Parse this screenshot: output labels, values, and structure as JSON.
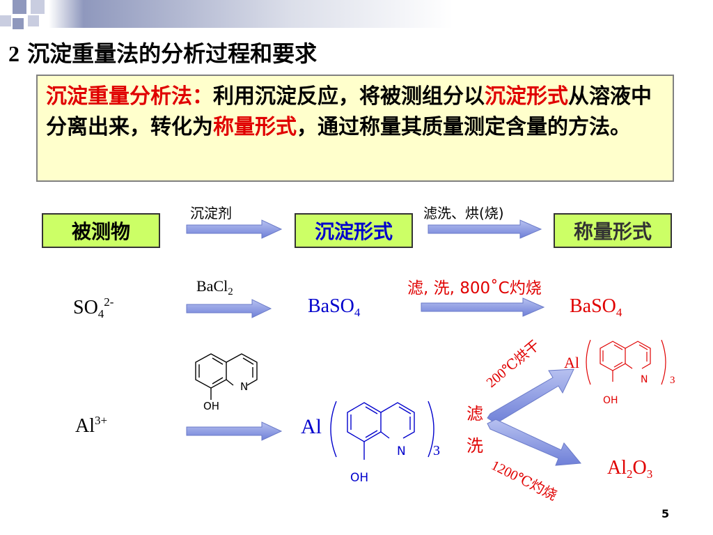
{
  "header": {
    "number": "2",
    "title": "沉淀重量法的分析过程和要求"
  },
  "definition": {
    "term": "沉淀重量分析法：",
    "t1": "利用沉淀反应，将被测组分以",
    "h1": "沉淀形式",
    "t2": "从溶液中分离出来，转化为",
    "h2": "称量形式",
    "t3": "，通过称量其质量测定含量的方法。"
  },
  "flow": {
    "box1": "被测物",
    "arrow1": "沉淀剂",
    "box2": "沉淀形式",
    "arrow2": "滤洗、烘(烧)",
    "box3": "称量形式"
  },
  "example1": {
    "reactant_base": "SO",
    "reactant_sub": "4",
    "reactant_sup": "2-",
    "reagent_base": "BaCl",
    "reagent_sub": "2",
    "product_base": "BaSO",
    "product_sub": "4",
    "condition": "滤, 洗, 800˚C灼烧",
    "final_base": "BaSO",
    "final_sub": "4"
  },
  "example2": {
    "reactant_base": "Al",
    "reactant_sup": "3+",
    "reagent_N": "N",
    "reagent_OH": "OH",
    "complex_metal": "Al",
    "complex_N": "N",
    "complex_OH": "OH",
    "complex_count": "3",
    "wash_1": "滤",
    "wash_2": "洗",
    "upper_condition": "200℃烘干",
    "upper_metal": "Al",
    "upper_N": "N",
    "upper_OH": "OH",
    "upper_count": "3",
    "lower_condition": "1200℃灼烧",
    "oxide_base1": "Al",
    "oxide_sub1": "2",
    "oxide_base2": "O",
    "oxide_sub2": "3"
  },
  "footer": {
    "page_number": "5"
  },
  "colors": {
    "accent_red": "#e00000",
    "accent_blue": "#0000cc",
    "box_yellow": "#ffffcc",
    "box_green": "#ccff66",
    "arrow_fill": "#8c9ce6"
  }
}
